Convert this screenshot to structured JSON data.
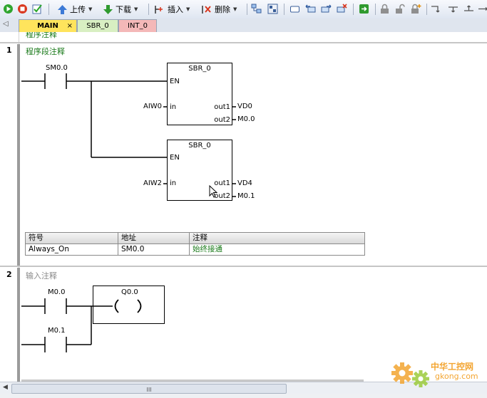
{
  "toolbar": {
    "upload_label": "上传",
    "download_label": "下载",
    "insert_label": "插入",
    "delete_label": "删除"
  },
  "tabs": [
    {
      "label": "MAIN",
      "active": true,
      "color": "#ffe45c"
    },
    {
      "label": "SBR_0",
      "active": false,
      "color": "#d8efc2"
    },
    {
      "label": "INT_0",
      "active": false,
      "color": "#f4b8b8"
    }
  ],
  "editor": {
    "partial_comment": "程序注释",
    "networks": [
      {
        "number": "1",
        "comment": "程序段注释",
        "contact_label": "SM0.0",
        "blocks": [
          {
            "title": "SBR_0",
            "en": "EN",
            "in_pin": "in",
            "in_operand": "AIW0",
            "out1_pin": "out1",
            "out1_operand": "VD0",
            "out2_pin": "out2",
            "out2_operand": "M0.0"
          },
          {
            "title": "SBR_0",
            "en": "EN",
            "in_pin": "in",
            "in_operand": "AIW2",
            "out1_pin": "out1",
            "out1_operand": "VD4",
            "out2_pin": "out2",
            "out2_operand": "M0.1"
          }
        ],
        "symbol_table": {
          "headers": [
            "符号",
            "地址",
            "注释"
          ],
          "rows": [
            [
              "Always_On",
              "SM0.0",
              "始终接通"
            ]
          ]
        }
      },
      {
        "number": "2",
        "comment": "输入注释",
        "contact1_label": "M0.0",
        "contact2_label": "M0.1",
        "coil_label": "Q0.0"
      }
    ]
  },
  "scrollbar": {
    "grip": "III"
  },
  "watermark": {
    "text": "中华工控网",
    "url": "gkong.com"
  },
  "colors": {
    "comment_green": "#1a7a1a",
    "toolbar_bg": "#e3e9f3"
  }
}
